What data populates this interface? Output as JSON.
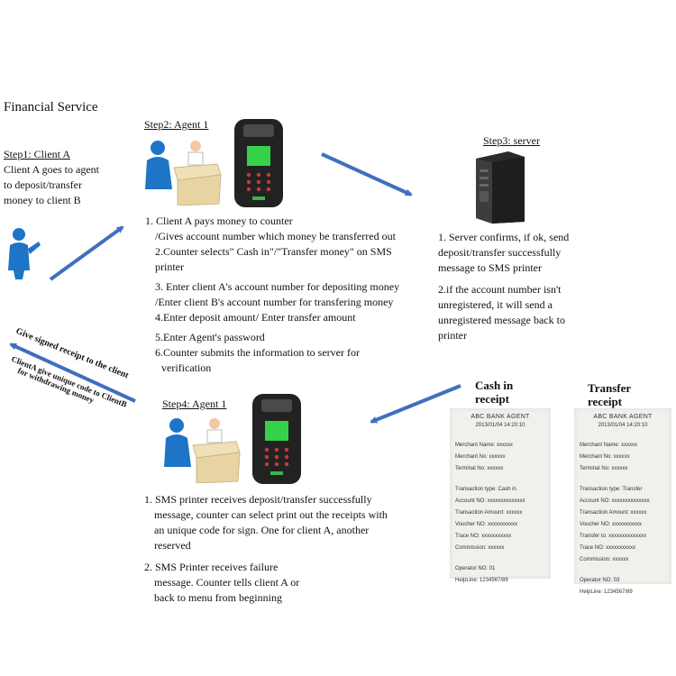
{
  "title": "Financial Service",
  "step1": {
    "header": "Step1: Client A",
    "lines": [
      "Client A goes to agent",
      "to deposit/transfer",
      "money to client B"
    ]
  },
  "step2": {
    "header": "Step2: Agent 1",
    "lines": [
      "1. Client A pays money to counter",
      "/Gives account number which money be transferred out",
      "2.Counter selects\" Cash in\"/\"Transfer money\" on SMS",
      "printer",
      "3. Enter client A's account number for depositing money",
      "/Enter client B's account number for transfering money",
      "4.Enter deposit amount/ Enter transfer amount",
      "5.Enter Agent's password",
      "6.Counter submits the information to server for",
      "verification"
    ]
  },
  "step3": {
    "header": "Step3: server",
    "lines": [
      "1. Server confirms, if ok, send",
      "deposit/transfer successfully",
      "message to SMS printer",
      "2.if the account number isn't",
      "unregistered, it will send a",
      "unregistered message back to",
      "printer"
    ]
  },
  "step4": {
    "header": "Step4: Agent 1",
    "lines": [
      "1. SMS printer receives deposit/transfer successfully",
      "message, counter can select print out the receipts with",
      "an unique code for sign. One for client A, another",
      "reserved",
      "2.  SMS Printer receives failure",
      "message. Counter tells client A or",
      "back to menu from beginning"
    ]
  },
  "arrow_labels": {
    "upper": "Give signed receipt to the client",
    "lower_1": "ClientA give unique code to ClientB",
    "lower_2": "for withdrawing money"
  },
  "receipts": {
    "cash_in": {
      "title_1": "Cash in",
      "title_2": "receipt",
      "bank": "ABC BANK AGENT",
      "datetime": "2013/01/04   14:20:10",
      "merchant_name": "Merchant Name: xxxxxx",
      "merchant_no": "Merchant No: xxxxxx",
      "terminal_no": "Terminal No: xxxxxx",
      "transaction_type": "Transaction type: Cash in",
      "account_no": "Account NO: xxxxxxxxxxxxxx",
      "transaction_amount": "Transaction Amount: xxxxxx",
      "voucher_no": "Voucher NO: xxxxxxxxxxx",
      "trace_no": "Trace NO: xxxxxxxxxxx",
      "commission": "Commission: xxxxxx",
      "operator": "Operator NO: 01",
      "helpline": "HelpLine: 1234567/89"
    },
    "transfer": {
      "title_1": "Transfer",
      "title_2": "receipt",
      "bank": "ABC BANK AGENT",
      "datetime": "2013/01/04   14:20:10",
      "merchant_name": "Merchant Name: xxxxxx",
      "merchant_no": "Merchant No: xxxxxx",
      "terminal_no": "Terminal No: xxxxxx",
      "transaction_type": "Transaction type: Transfer",
      "account_no": "Account NO: xxxxxxxxxxxxxx",
      "transaction_amount": "Transaction Amount: xxxxxx",
      "voucher_no": "Voucher NO: xxxxxxxxxxx",
      "transfer_to": "Transfer to: xxxxxxxxxxxxxx",
      "trace_no": "Trace NO: xxxxxxxxxxx",
      "commission": "Commission: xxxxxx",
      "operator": "Operator NO: 03",
      "helpline": "HelpLine: 1234567/89"
    }
  },
  "colors": {
    "arrow": "#3f6fbf",
    "figure": "#1e74c7",
    "counter": "#efe0b8",
    "printer_body": "#222222",
    "printer_screen": "#33d24a",
    "server": "#2b2b2b"
  }
}
